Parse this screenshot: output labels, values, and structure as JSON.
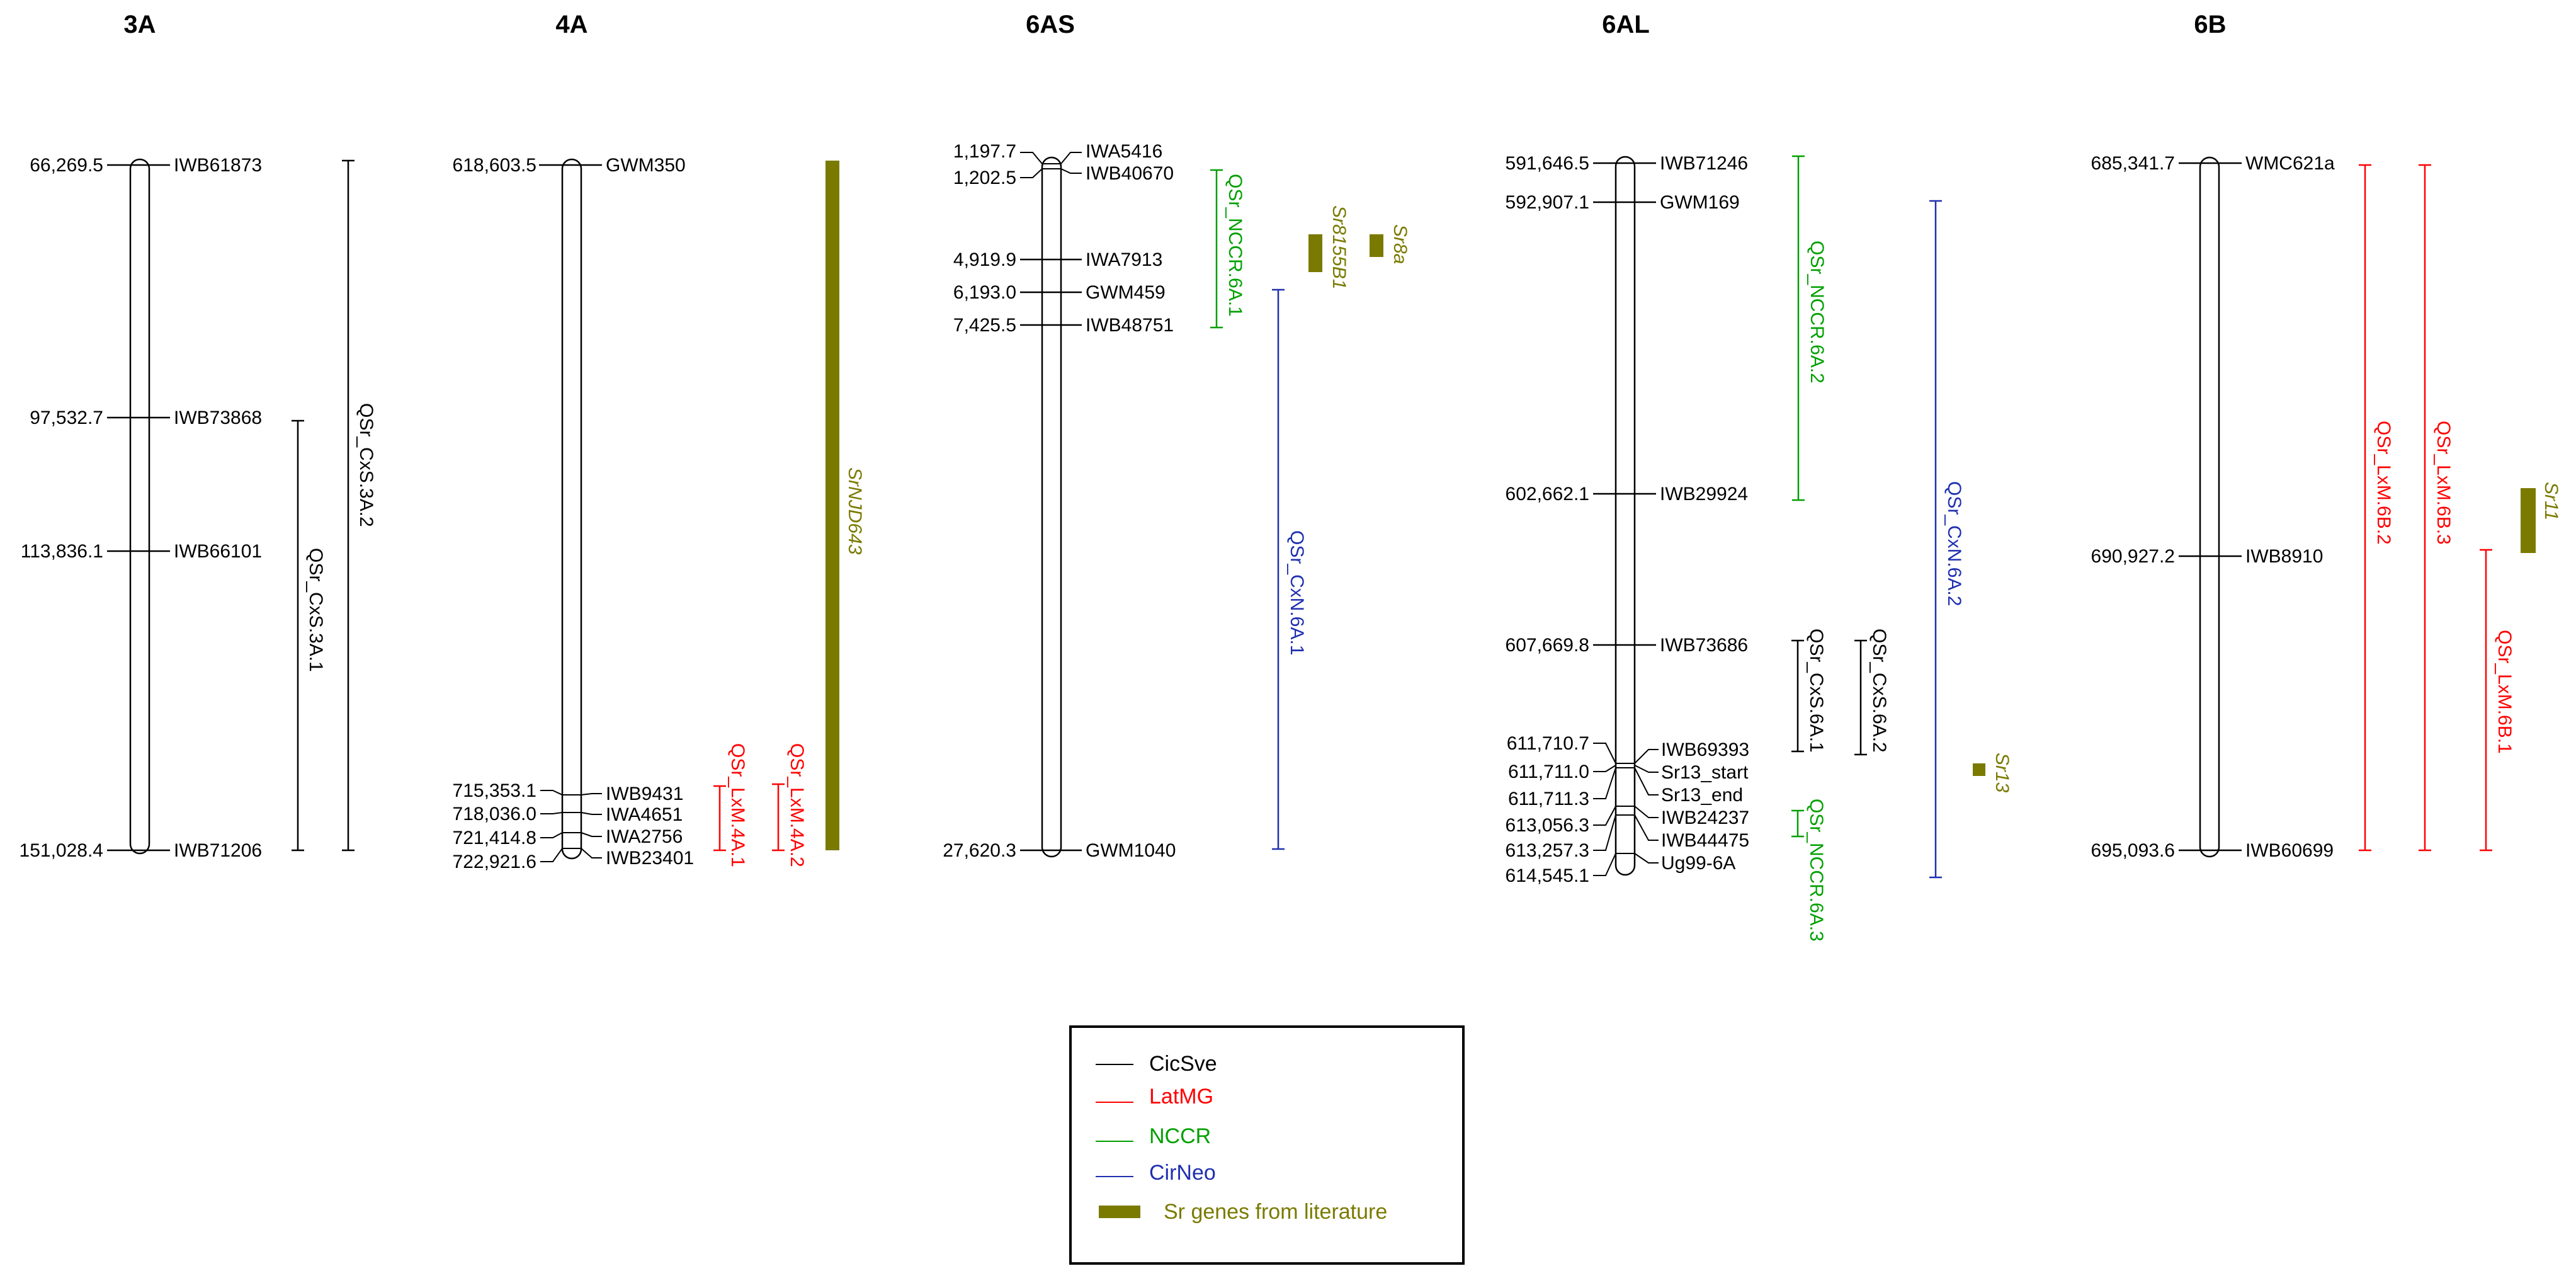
{
  "chromosomes": [
    {
      "id": "3A",
      "title": "3A",
      "markers": [
        {
          "pos": "66,269.5",
          "name": "IWB61873"
        },
        {
          "pos": "97,532.7",
          "name": "IWB73868"
        },
        {
          "pos": "113,836.1",
          "name": "IWB66101"
        },
        {
          "pos": "151,028.4",
          "name": "IWB71206"
        }
      ],
      "qtls": [
        {
          "name": "QSr_CxS.3A.1",
          "line": "CicSve"
        },
        {
          "name": "QSr_CxS.3A.2",
          "line": "CicSve"
        }
      ],
      "genes": []
    },
    {
      "id": "4A",
      "title": "4A",
      "markers": [
        {
          "pos": "618,603.5",
          "name": "GWM350"
        },
        {
          "pos": "715,353.1",
          "name": "IWB9431"
        },
        {
          "pos": "718,036.0",
          "name": "IWA4651"
        },
        {
          "pos": "721,414.8",
          "name": "IWA2756"
        },
        {
          "pos": "722,921.6",
          "name": "IWB23401"
        }
      ],
      "qtls": [
        {
          "name": "QSr_LxM.4A.1",
          "line": "LatMG"
        },
        {
          "name": "QSr_LxM.4A.2",
          "line": "LatMG"
        }
      ],
      "genes": [
        {
          "name": "SrNJD643"
        }
      ]
    },
    {
      "id": "6AS",
      "title": "6AS",
      "markers": [
        {
          "pos": "1,197.7",
          "name": "IWA5416"
        },
        {
          "pos": "1,202.5",
          "name": "IWB40670"
        },
        {
          "pos": "4,919.9",
          "name": "IWA7913"
        },
        {
          "pos": "6,193.0",
          "name": "GWM459"
        },
        {
          "pos": "7,425.5",
          "name": "IWB48751"
        },
        {
          "pos": "27,620.3",
          "name": "GWM1040"
        }
      ],
      "qtls": [
        {
          "name": "QSr_NCCR.6A.1",
          "line": "NCCR"
        },
        {
          "name": "QSr_CxN.6A.1",
          "line": "CirNeo"
        }
      ],
      "genes": [
        {
          "name": "Sr8155B1"
        },
        {
          "name": "Sr8a"
        }
      ]
    },
    {
      "id": "6AL",
      "title": "6AL",
      "markers": [
        {
          "pos": "591,646.5",
          "name": "IWB71246"
        },
        {
          "pos": "592,907.1",
          "name": "GWM169"
        },
        {
          "pos": "602,662.1",
          "name": "IWB29924"
        },
        {
          "pos": "607,669.8",
          "name": "IWB73686"
        },
        {
          "pos": "611,710.7",
          "name": "IWB69393"
        },
        {
          "pos": "611,711.0",
          "name": "Sr13_start"
        },
        {
          "pos": "611,711.3",
          "name": "Sr13_end"
        },
        {
          "pos": "613,056.3",
          "name": "IWB24237"
        },
        {
          "pos": "613,257.3",
          "name": "IWB44475"
        },
        {
          "pos": "614,545.1",
          "name": "Ug99-6A"
        }
      ],
      "qtls": [
        {
          "name": "QSr_NCCR.6A.2",
          "line": "NCCR"
        },
        {
          "name": "QSr_CxS.6A.1",
          "line": "CicSve"
        },
        {
          "name": "QSr_CxS.6A.2",
          "line": "CicSve"
        },
        {
          "name": "QSr_NCCR.6A.3",
          "line": "NCCR"
        },
        {
          "name": "QSr_CxN.6A.2",
          "line": "CirNeo"
        }
      ],
      "genes": [
        {
          "name": "Sr13"
        }
      ]
    },
    {
      "id": "6B",
      "title": "6B",
      "markers": [
        {
          "pos": "685,341.7",
          "name": "WMC621a"
        },
        {
          "pos": "690,927.2",
          "name": "IWB8910"
        },
        {
          "pos": "695,093.6",
          "name": "IWB60699"
        }
      ],
      "qtls": [
        {
          "name": "QSr_LxM.6B.2",
          "line": "LatMG"
        },
        {
          "name": "QSr_LxM.6B.3",
          "line": "LatMG"
        },
        {
          "name": "QSr_LxM.6B.1",
          "line": "LatMG"
        }
      ],
      "genes": [
        {
          "name": "Sr11"
        }
      ]
    }
  ],
  "legend": {
    "items": [
      {
        "label": "CicSve",
        "color": "#000000"
      },
      {
        "label": "LatMG",
        "color": "#ff0000"
      },
      {
        "label": "NCCR",
        "color": "#00a000"
      },
      {
        "label": "CirNeo",
        "color": "#1f2fb0"
      }
    ],
    "gene_label": "Sr genes from literature",
    "gene_color": "#7a7a00"
  }
}
